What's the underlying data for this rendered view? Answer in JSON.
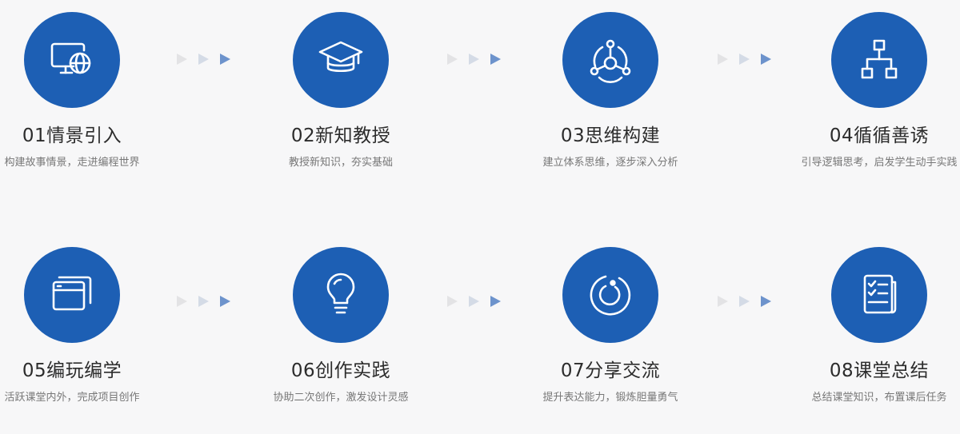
{
  "accent_color": "#1d5fb4",
  "steps": [
    {
      "title": "01情景引入",
      "desc": "构建故事情景，走进编程世界",
      "icon": "computer-globe-icon"
    },
    {
      "title": "02新知教授",
      "desc": "教授新知识，夯实基础",
      "icon": "graduation-cap-icon"
    },
    {
      "title": "03思维构建",
      "desc": "建立体系思维，逐步深入分析",
      "icon": "network-nodes-icon"
    },
    {
      "title": "04循循善诱",
      "desc": "引导逻辑思考，启发学生动手实践",
      "icon": "hierarchy-icon"
    },
    {
      "title": "05编玩编学",
      "desc": "活跃课堂内外，完成项目创作",
      "icon": "window-stack-icon"
    },
    {
      "title": "06创作实践",
      "desc": "协助二次创作，激发设计灵感",
      "icon": "lightbulb-icon"
    },
    {
      "title": "07分享交流",
      "desc": "提升表达能力，锻炼胆量勇气",
      "icon": "ring-icon"
    },
    {
      "title": "08课堂总结",
      "desc": "总结课堂知识，布置课后任务",
      "icon": "checklist-icon"
    }
  ]
}
